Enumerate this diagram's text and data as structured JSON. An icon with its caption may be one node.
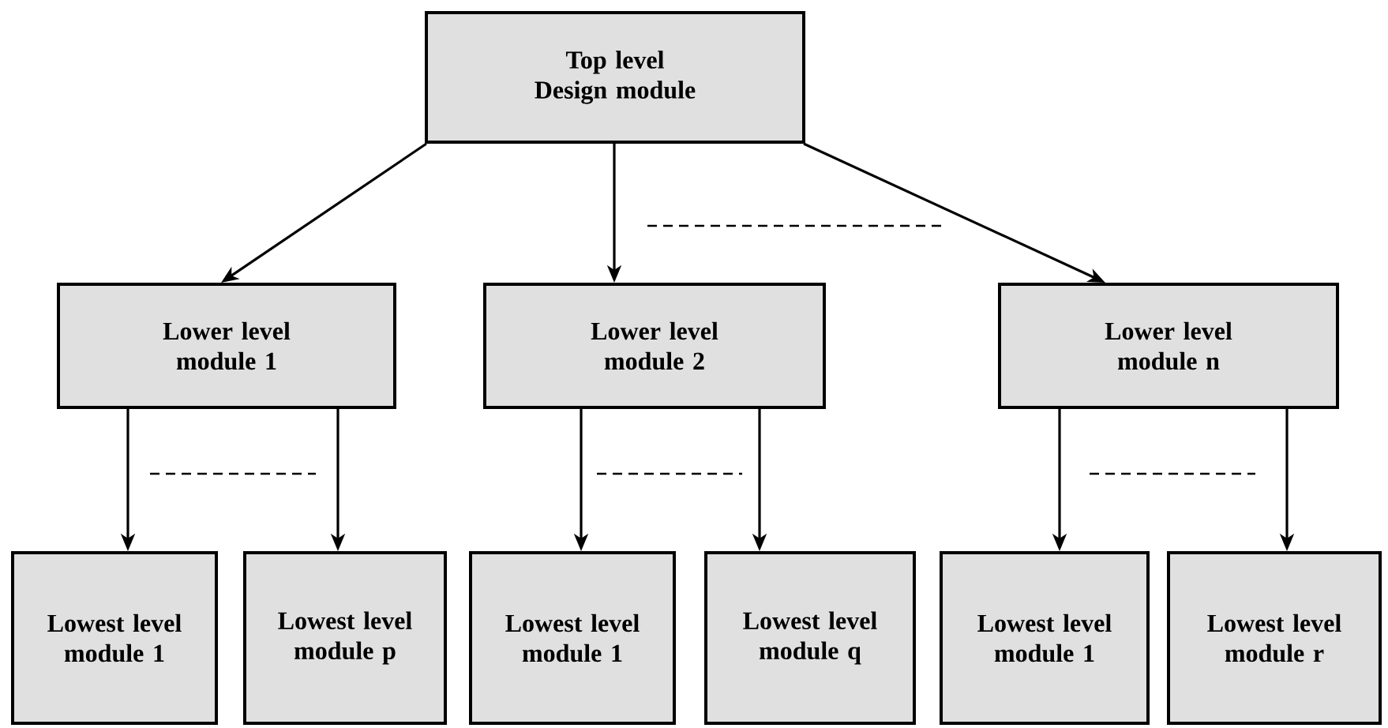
{
  "diagram": {
    "nodes": [
      {
        "text": [
          "Top level Design module"
        ]
      },
      {
        "text": [
          "Lower level module 1"
        ]
      },
      {
        "text": [
          "Lower level module 2"
        ]
      },
      {
        "text": [
          "Lower level module n"
        ]
      },
      {
        "text": [
          "Lowest level module 1"
        ]
      },
      {
        "text": [
          "Lowest level module p"
        ]
      },
      {
        "text": [
          "Lowest level module 1"
        ]
      },
      {
        "text": [
          "Lowest level module q"
        ]
      },
      {
        "text": [
          "Lowest level module 1"
        ]
      },
      {
        "text": [
          "Lowest level module r"
        ]
      }
    ],
    "edges": [
      {
        "from": 0,
        "to": 1,
        "arrow": "to"
      },
      {
        "from": 0,
        "to": 2,
        "arrow": "to"
      },
      {
        "from": 0,
        "to": 3,
        "arrow": "to"
      },
      {
        "from": 1,
        "to": 4,
        "arrow": "to"
      },
      {
        "from": 1,
        "to": 5,
        "arrow": "to"
      },
      {
        "from": 2,
        "to": 6,
        "arrow": "to"
      },
      {
        "from": 2,
        "to": 7,
        "arrow": "to"
      },
      {
        "from": 3,
        "to": 8,
        "arrow": "to"
      },
      {
        "from": 3,
        "to": 9,
        "arrow": "to"
      }
    ]
  }
}
